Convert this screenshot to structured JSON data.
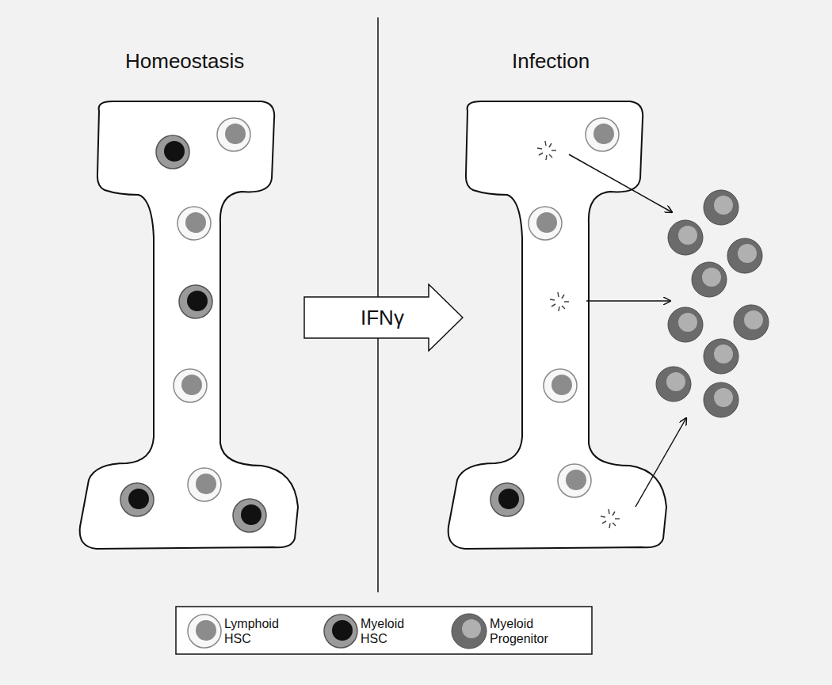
{
  "diagram": {
    "nodes": [
      {
        "text": [
          "IFNγ"
        ]
      }
    ],
    "labels": [
      "Homeostasis",
      "Infection"
    ],
    "legend": [
      {
        "text": "Lymphoid HSC"
      },
      {
        "text": "Myeloid HSC"
      },
      {
        "text": "Myeloid Progenitor"
      }
    ]
  }
}
